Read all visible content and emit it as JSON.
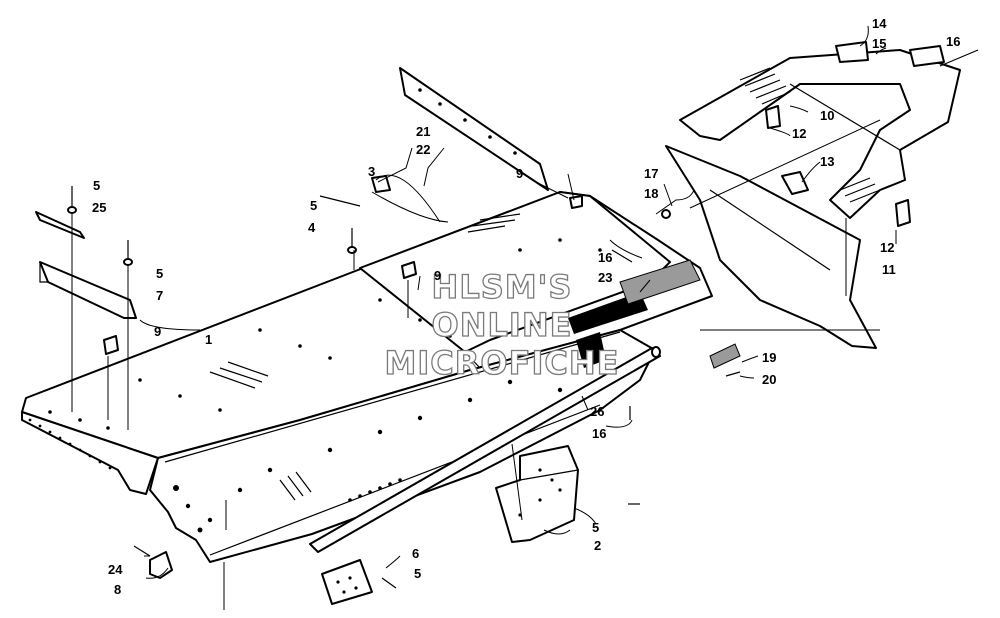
{
  "watermark": [
    "HLSM'S",
    "ONLINE",
    "MICROFICHE"
  ],
  "callouts": [
    "1",
    "2",
    "3",
    "4",
    "5",
    "5",
    "5",
    "5",
    "5",
    "6",
    "7",
    "8",
    "9",
    "9",
    "9",
    "10",
    "11",
    "12",
    "12",
    "13",
    "14",
    "15",
    "16",
    "16",
    "16",
    "17",
    "18",
    "19",
    "20",
    "21",
    "22",
    "23",
    "24",
    "25",
    "26"
  ]
}
